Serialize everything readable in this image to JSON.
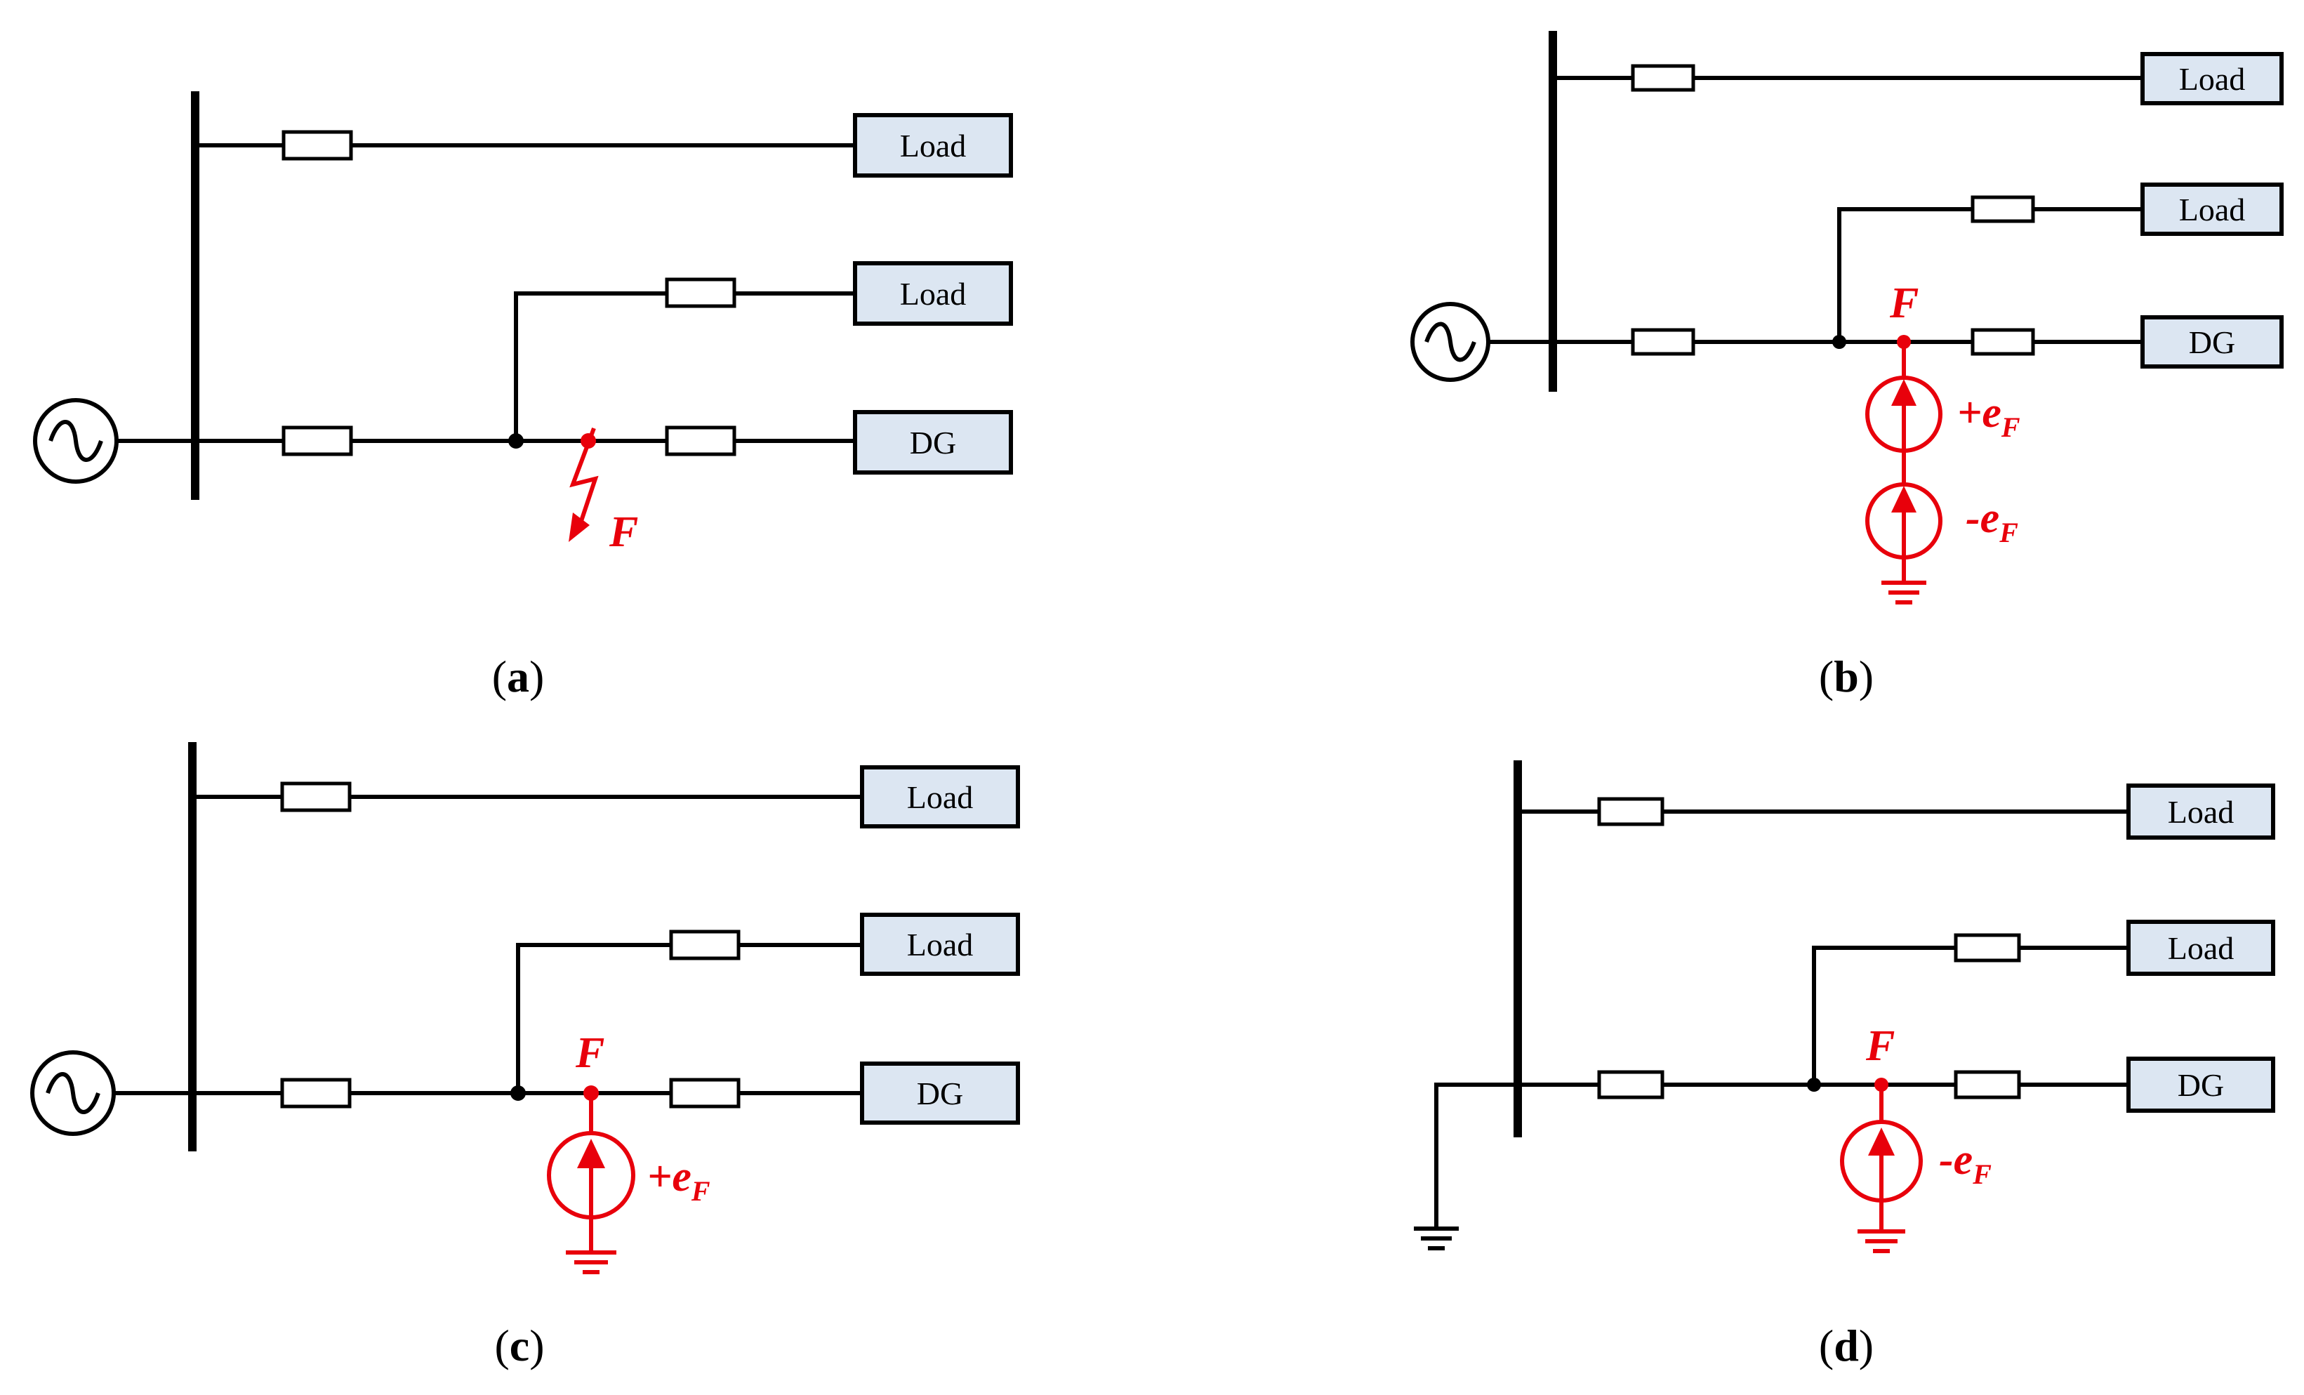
{
  "panels": {
    "a": {
      "caption": "(a)",
      "caption_letter": "a",
      "loads": [
        "Load",
        "Load",
        "DG"
      ],
      "fault_label": "F"
    },
    "b": {
      "caption": "(b)",
      "caption_letter": "b",
      "loads": [
        "Load",
        "Load",
        "DG"
      ],
      "fault_label": "F",
      "source_labels": [
        {
          "sign": "+",
          "e": "e",
          "sub": "F"
        },
        {
          "sign": "-",
          "e": "e",
          "sub": "F"
        }
      ]
    },
    "c": {
      "caption": "(c)",
      "caption_letter": "c",
      "loads": [
        "Load",
        "Load",
        "DG"
      ],
      "fault_label": "F",
      "source_labels": [
        {
          "sign": "+",
          "e": "e",
          "sub": "F"
        }
      ]
    },
    "d": {
      "caption": "(d)",
      "caption_letter": "d",
      "loads": [
        "Load",
        "Load",
        "DG"
      ],
      "fault_label": "F",
      "source_labels": [
        {
          "sign": "-",
          "e": "e",
          "sub": "F"
        }
      ]
    }
  },
  "colors": {
    "fault_red": "#e8000b",
    "box_fill": "#dce6f2",
    "line": "#000000"
  },
  "icons": {
    "ac_source": "ac-source-icon",
    "current_source": "current-source-icon",
    "ground": "ground-icon",
    "lightning": "lightning-fault-icon",
    "resistor": "resistor-icon"
  }
}
